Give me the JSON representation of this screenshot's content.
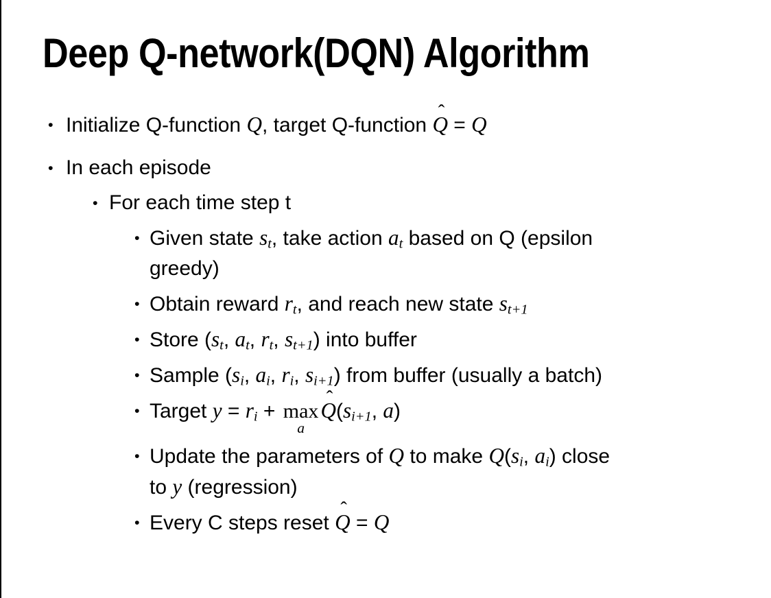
{
  "colors": {
    "background": "#ffffff",
    "text": "#000000",
    "left_border": "#000000"
  },
  "slide": {
    "title": "Deep Q-network(DQN) Algorithm",
    "bullet_marker": "•",
    "bullets": [
      {
        "level": 0,
        "spacing": "lg",
        "segments": [
          {
            "t": "Initialize Q-function "
          },
          {
            "t": "Q",
            "k": "v"
          },
          {
            "t": ", target Q-function "
          },
          {
            "t": "Q",
            "k": "vhat",
            "hat": "ˆ"
          },
          {
            "t": " = "
          },
          {
            "t": "Q",
            "k": "v"
          }
        ]
      },
      {
        "level": 0,
        "spacing": "sm",
        "segments": [
          {
            "t": "In each episode"
          }
        ]
      },
      {
        "level": 1,
        "spacing": "sm",
        "segments": [
          {
            "t": "For each time step t"
          }
        ]
      },
      {
        "level": 2,
        "spacing": "sm",
        "segments": [
          {
            "t": "Given state "
          },
          {
            "t": "s",
            "k": "v"
          },
          {
            "t": "t",
            "k": "sub"
          },
          {
            "t": ", take action "
          },
          {
            "t": "a",
            "k": "v"
          },
          {
            "t": "t",
            "k": "sub"
          },
          {
            "t": " based on Q (epsilon"
          },
          {
            "br": true
          },
          {
            "t": "greedy)"
          }
        ]
      },
      {
        "level": 2,
        "spacing": "sm",
        "segments": [
          {
            "t": "Obtain reward "
          },
          {
            "t": "r",
            "k": "v"
          },
          {
            "t": "t",
            "k": "sub"
          },
          {
            "t": ", and reach new state "
          },
          {
            "t": "s",
            "k": "v"
          },
          {
            "t": "t+1",
            "k": "sub"
          }
        ]
      },
      {
        "level": 2,
        "spacing": "sm",
        "segments": [
          {
            "t": "Store ("
          },
          {
            "t": "s",
            "k": "v"
          },
          {
            "t": "t",
            "k": "sub"
          },
          {
            "t": ", "
          },
          {
            "t": "a",
            "k": "v"
          },
          {
            "t": "t",
            "k": "sub"
          },
          {
            "t": ", "
          },
          {
            "t": "r",
            "k": "v"
          },
          {
            "t": "t",
            "k": "sub"
          },
          {
            "t": ", "
          },
          {
            "t": "s",
            "k": "v"
          },
          {
            "t": "t+1",
            "k": "sub"
          },
          {
            "t": ") into buffer"
          }
        ]
      },
      {
        "level": 2,
        "spacing": "sm",
        "segments": [
          {
            "t": "Sample ("
          },
          {
            "t": "s",
            "k": "v"
          },
          {
            "t": "i",
            "k": "sub"
          },
          {
            "t": ", "
          },
          {
            "t": "a",
            "k": "v"
          },
          {
            "t": "i",
            "k": "sub"
          },
          {
            "t": ", "
          },
          {
            "t": "r",
            "k": "v"
          },
          {
            "t": "i",
            "k": "sub"
          },
          {
            "t": ", "
          },
          {
            "t": "s",
            "k": "v"
          },
          {
            "t": "i+1",
            "k": "sub"
          },
          {
            "t": ") from buffer (usually a batch)"
          }
        ]
      },
      {
        "level": 2,
        "spacing": "sm",
        "segments": [
          {
            "t": "Target "
          },
          {
            "t": "y",
            "k": "v"
          },
          {
            "t": " = "
          },
          {
            "t": "r",
            "k": "v"
          },
          {
            "t": "i",
            "k": "sub"
          },
          {
            "t": " + "
          },
          {
            "t": "max",
            "k": "under",
            "u": "a"
          },
          {
            "t": "Q",
            "k": "vhat",
            "hat": "ˆ"
          },
          {
            "t": "("
          },
          {
            "t": "s",
            "k": "v"
          },
          {
            "t": "i+1",
            "k": "sub"
          },
          {
            "t": ", "
          },
          {
            "t": "a",
            "k": "v"
          },
          {
            "t": ")"
          }
        ]
      },
      {
        "level": 2,
        "spacing": "sm",
        "segments": [
          {
            "t": "Update the parameters of "
          },
          {
            "t": "Q",
            "k": "v"
          },
          {
            "t": " to make "
          },
          {
            "t": "Q",
            "k": "v"
          },
          {
            "t": "("
          },
          {
            "t": "s",
            "k": "v"
          },
          {
            "t": "i",
            "k": "sub"
          },
          {
            "t": ", "
          },
          {
            "t": "a",
            "k": "v"
          },
          {
            "t": "i",
            "k": "sub"
          },
          {
            "t": ") close"
          },
          {
            "br": true
          },
          {
            "t": "to "
          },
          {
            "t": "y",
            "k": "v"
          },
          {
            "t": " (regression)"
          }
        ]
      },
      {
        "level": 2,
        "spacing": "sm",
        "segments": [
          {
            "t": "Every C steps reset "
          },
          {
            "t": "Q",
            "k": "vhat",
            "hat": "ˆ"
          },
          {
            "t": " = "
          },
          {
            "t": "Q",
            "k": "v"
          }
        ]
      }
    ]
  }
}
